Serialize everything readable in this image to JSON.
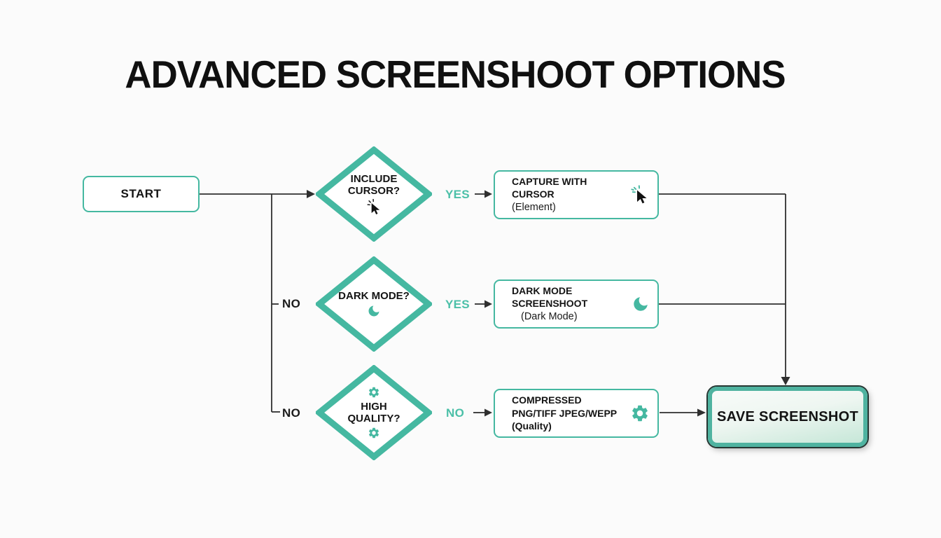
{
  "title": "ADVANCED SCREENSHOOT OPTIONS",
  "colors": {
    "accent": "#45B8A1",
    "label_teal": "#4CC0A8",
    "line": "#2F2F2F"
  },
  "start": {
    "label": "START"
  },
  "decisions": [
    {
      "question": "INCLUDE CURSOR?",
      "icon": "cursor-click-icon",
      "yes_label": "YES",
      "no_label": "NO"
    },
    {
      "question": "DARK MODE?",
      "icon": "moon-icon",
      "yes_label": "YES",
      "no_label": "NO"
    },
    {
      "question": "HIGH QUALITY?",
      "icon": "gear-icon",
      "no_label": "NO"
    }
  ],
  "results": [
    {
      "line1": "CAPTURE WITH CURSOR",
      "line2": "(Element)",
      "icon": "cursor-click-icon"
    },
    {
      "line1": "DARK MODE SCREENSHOOT",
      "line2": "(Dark Mode)",
      "icon": "moon-icon"
    },
    {
      "line1": "COMPRESSED PNG/TIFF JPEG/WEPP (Quality)",
      "line2": "",
      "icon": "gear-icon"
    }
  ],
  "save_button": {
    "label": "SAVE SCREENSHOT"
  }
}
